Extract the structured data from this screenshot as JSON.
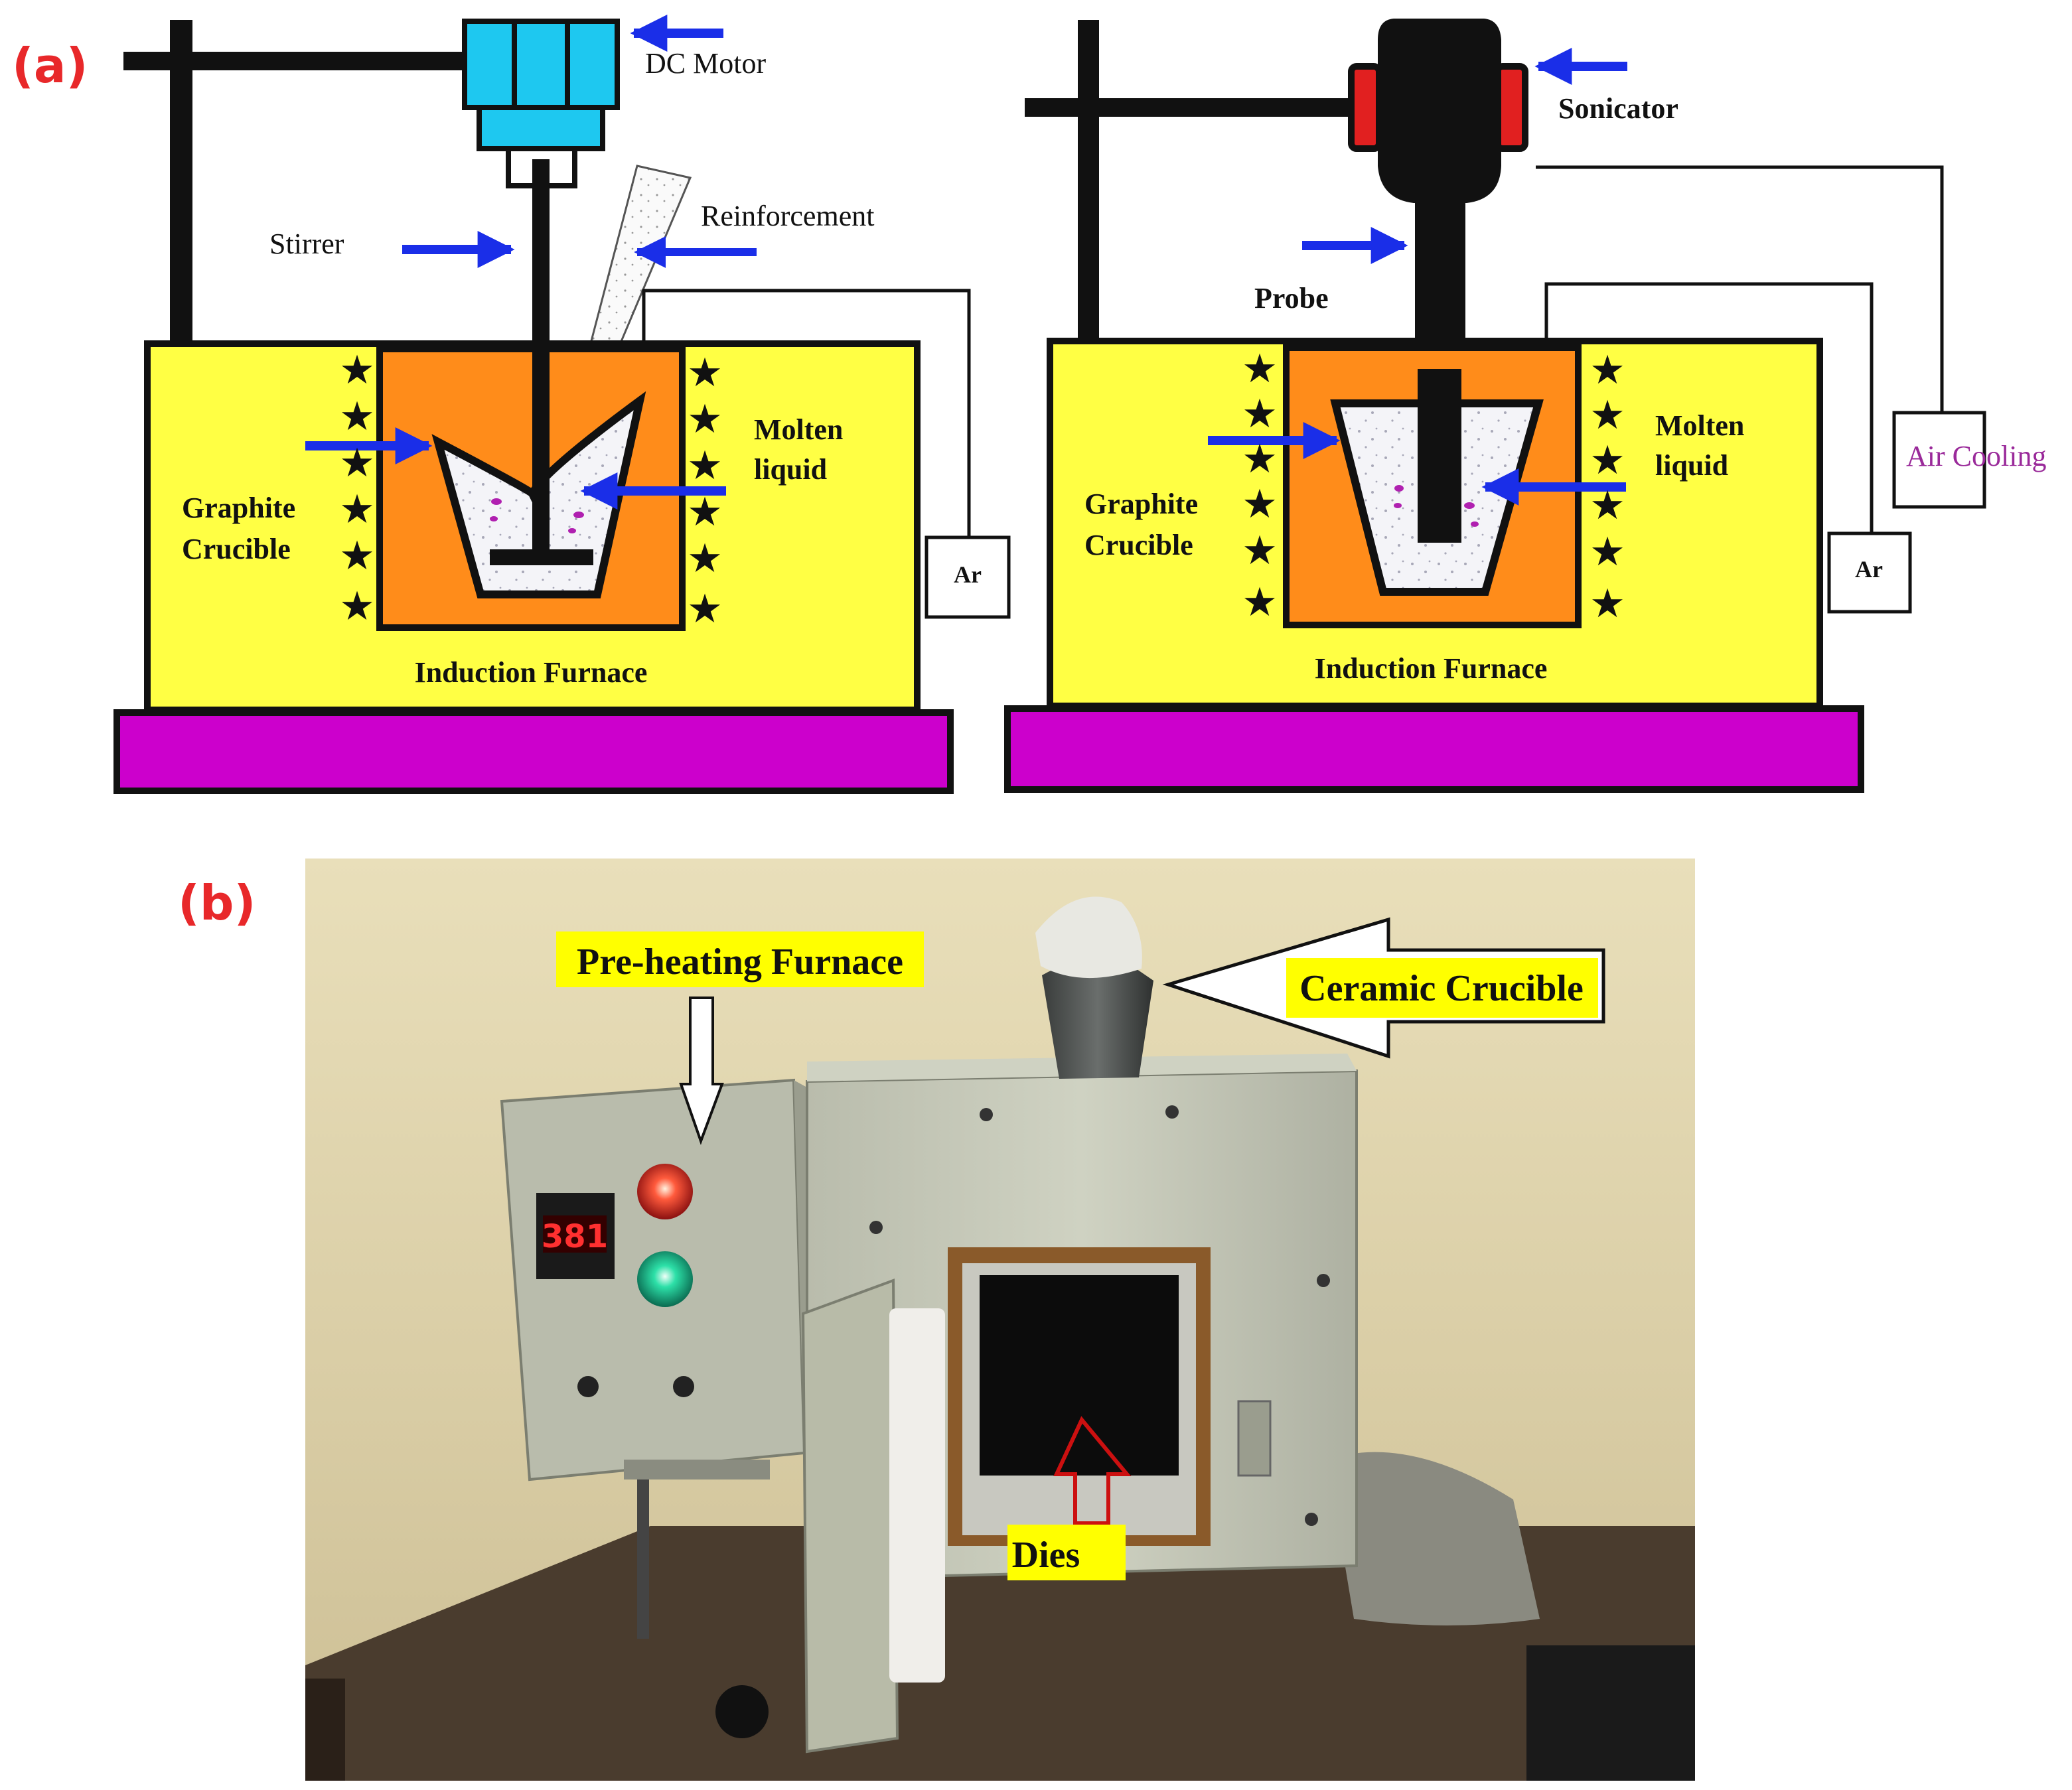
{
  "panel_a": {
    "label": "(a)",
    "left_setup": {
      "motor_label": "DC Motor",
      "stirrer_label": "Stirrer",
      "reinforcement_label": "Reinforcement",
      "molten_label_line1": "Molten",
      "molten_label_line2": "liquid",
      "crucible_label_line1": "Graphite",
      "crucible_label_line2": "Crucible",
      "furnace_label": "Induction Furnace",
      "gas_label": "Ar"
    },
    "right_setup": {
      "sonicator_label": "Sonicator",
      "probe_label": "Probe",
      "molten_label_line1": "Molten",
      "molten_label_line2": "liquid",
      "crucible_label_line1": "Graphite",
      "crucible_label_line2": "Crucible",
      "furnace_label": "Induction Furnace",
      "gas_label": "Ar",
      "cooling_label": "Air Cooling"
    }
  },
  "panel_b": {
    "label": "(b)",
    "preheat_label": "Pre-heating Furnace",
    "crucible_label": "Ceramic Crucible",
    "dies_label": "Dies",
    "controller_display": "381"
  },
  "colors": {
    "panel_label_red": "#e8282a",
    "furnace_yellow": "#ffff44",
    "inner_orange": "#ff8c1a",
    "base_magenta": "#cc00cc",
    "motor_cyan": "#1ec8f0",
    "arrow_blue": "#1a2ee8",
    "cooling_text_purple": "#9a2a9a",
    "callout_yellow": "#ffff00"
  }
}
